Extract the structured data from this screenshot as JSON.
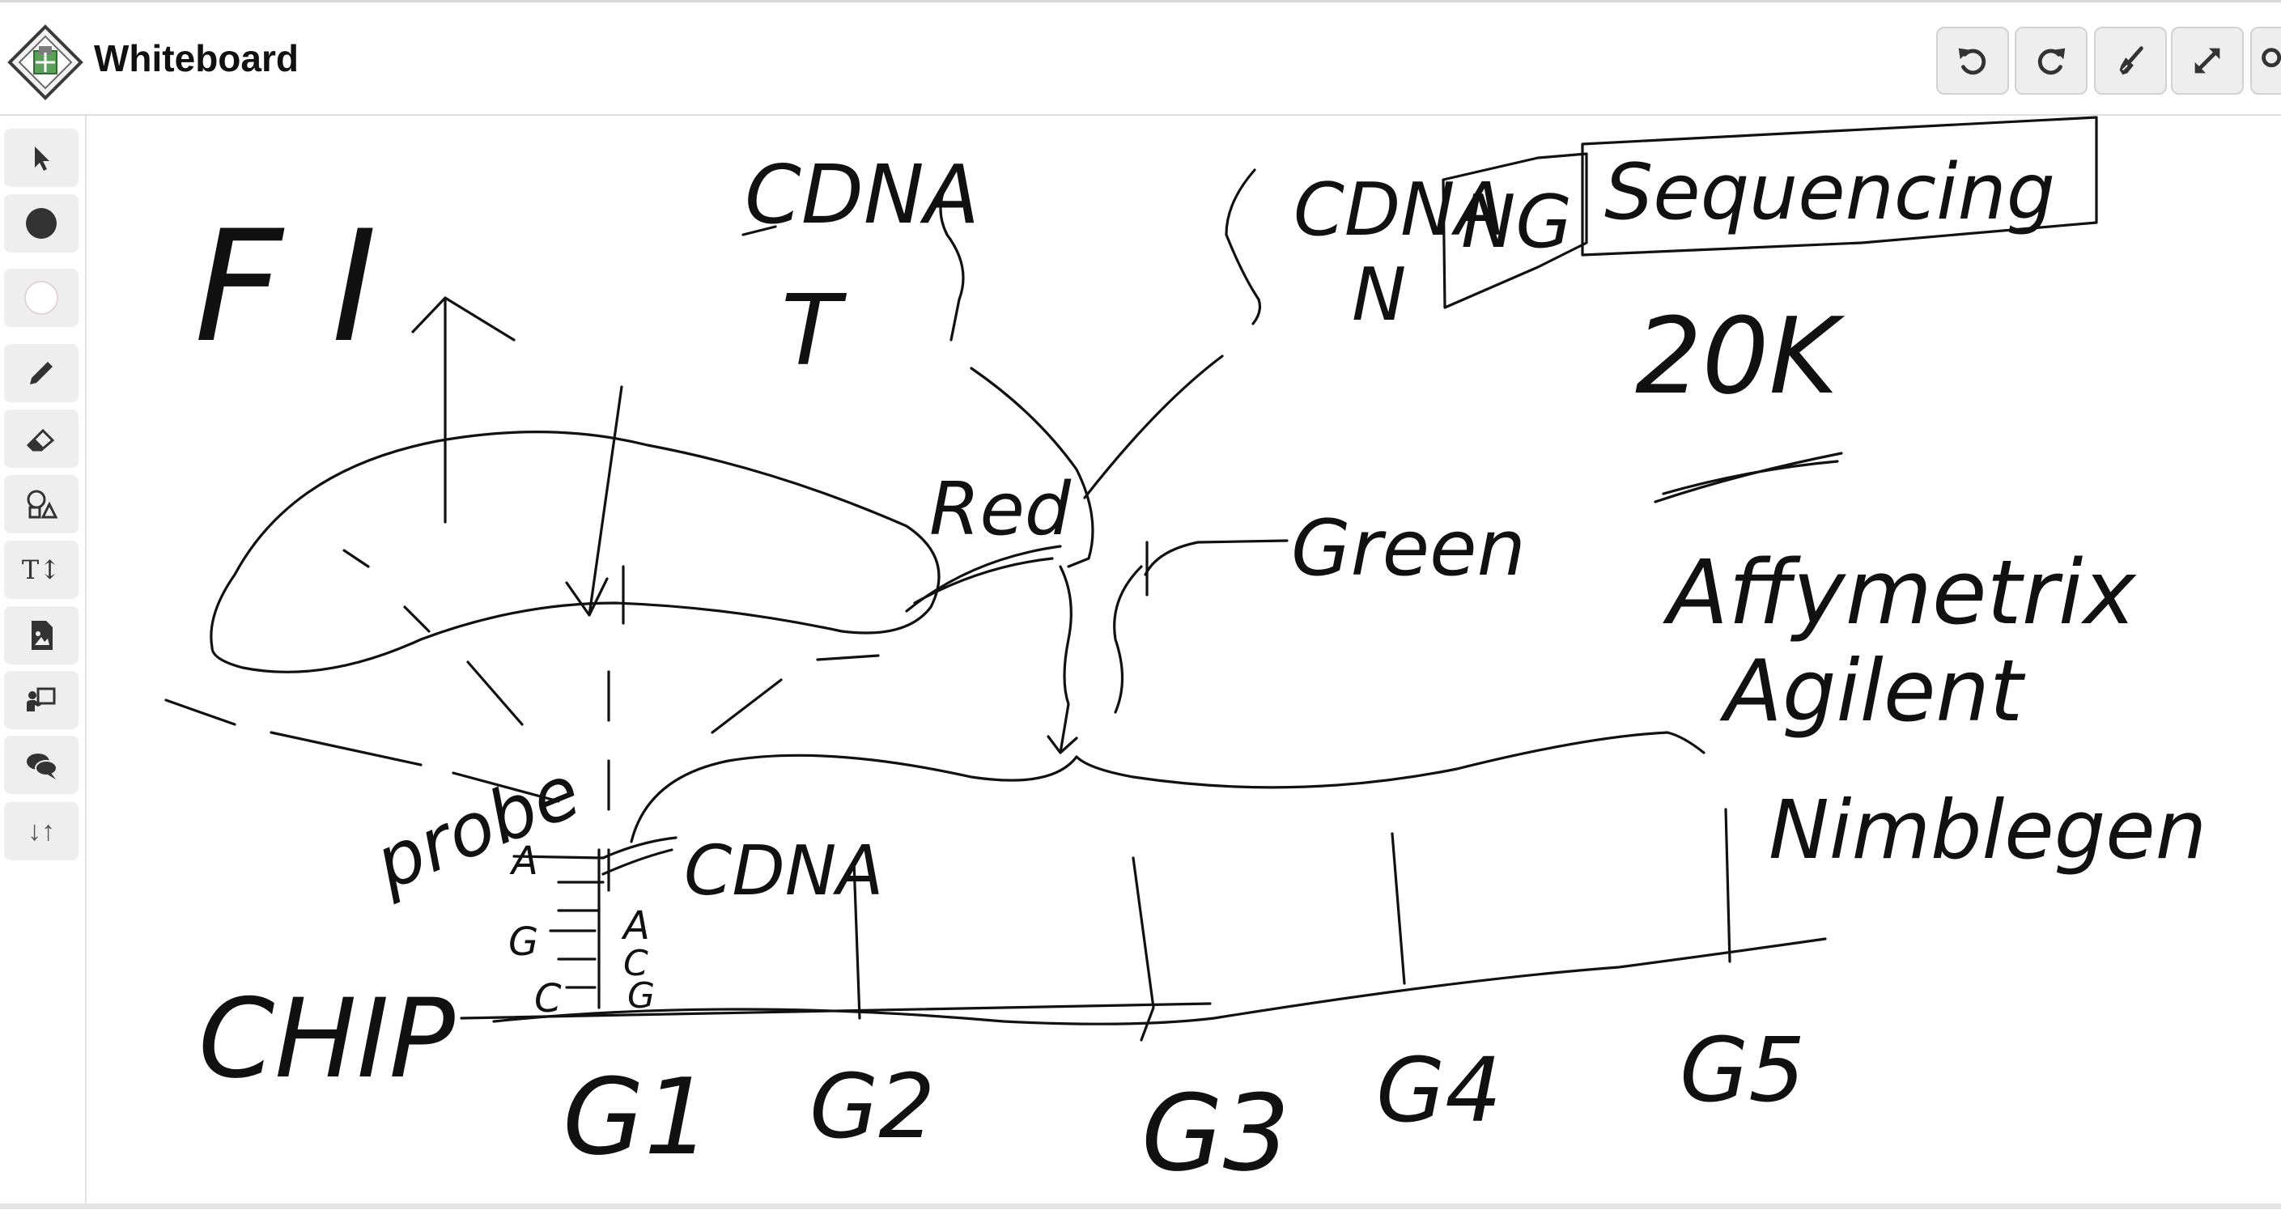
{
  "app": {
    "title": "Whiteboard"
  },
  "header_buttons": [
    {
      "name": "undo-button",
      "icon": "undo-icon"
    },
    {
      "name": "redo-button",
      "icon": "redo-icon"
    },
    {
      "name": "clear-button",
      "icon": "broom-icon"
    },
    {
      "name": "fullscreen-button",
      "icon": "expand-icon"
    }
  ],
  "tools": [
    {
      "name": "select-tool",
      "icon": "cursor-icon"
    },
    {
      "name": "dot-tool",
      "icon": "filled-circle-icon"
    },
    {
      "name": "color-tool",
      "icon": "color-swatch-icon"
    },
    {
      "name": "pen-tool",
      "icon": "pencil-icon"
    },
    {
      "name": "eraser-tool",
      "icon": "eraser-icon"
    },
    {
      "name": "shapes-tool",
      "icon": "shapes-icon"
    },
    {
      "name": "text-tool",
      "icon": "text-icon",
      "label": "T↕"
    },
    {
      "name": "image-tool",
      "icon": "image-file-icon"
    },
    {
      "name": "present-tool",
      "icon": "presenter-icon"
    },
    {
      "name": "chat-tool",
      "icon": "chat-icon"
    },
    {
      "name": "sort-tool",
      "icon": "arrows-up-down-icon",
      "label": "↓↑"
    }
  ],
  "whiteboard": {
    "text": {
      "fi": "F I",
      "cdna_top": "CDNA",
      "t_label": "T",
      "cdna_right": "CDNA",
      "n_label": "N",
      "ng": "NG",
      "sequencing": "Sequencing",
      "twenty_k": "20K",
      "red": "Red",
      "green": "Green",
      "affymetrix": "Affymetrix",
      "agilent": "Agilent",
      "nimblegen": "Nimblegen",
      "probe": "probe",
      "probe_seq": [
        "A",
        "G",
        "C"
      ],
      "target_seq": [
        "A",
        "C",
        "G"
      ],
      "cdna_chip": "CDNA",
      "chip": "CHIP",
      "g1": "G1",
      "g2": "G2",
      "g3": "G3",
      "g4": "G4",
      "g5": "G5"
    }
  }
}
